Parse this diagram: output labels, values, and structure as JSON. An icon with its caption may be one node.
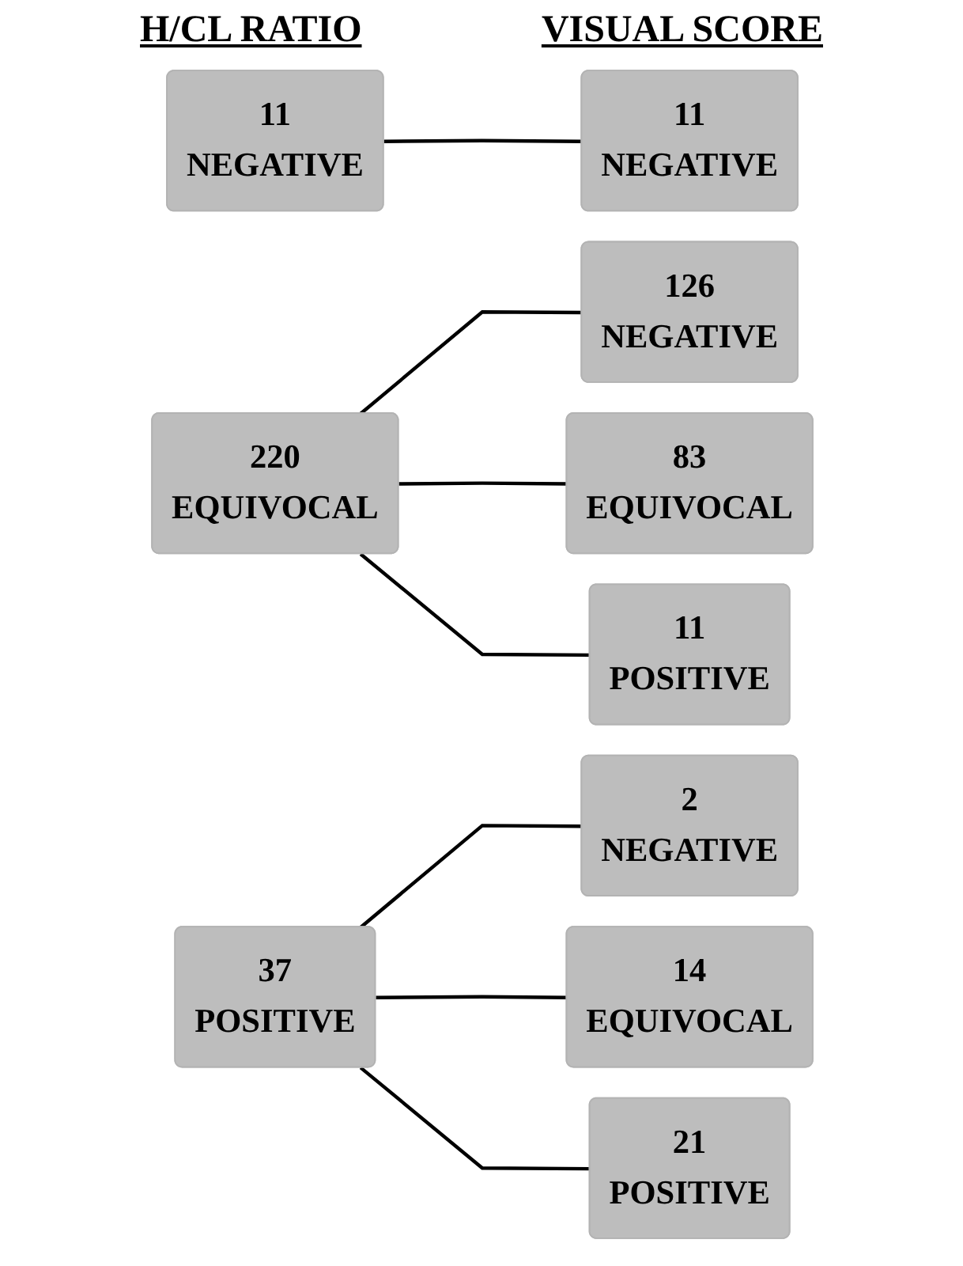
{
  "diagram": {
    "nodes": [
      {
        "text": [
          "11",
          "NEGATIVE"
        ]
      },
      {
        "text": [
          "11",
          "NEGATIVE"
        ]
      },
      {
        "text": [
          "220",
          "EQUIVOCAL"
        ]
      },
      {
        "text": [
          "126",
          "NEGATIVE"
        ]
      },
      {
        "text": [
          "83",
          "EQUIVOCAL"
        ]
      },
      {
        "text": [
          "11",
          "POSITIVE"
        ]
      },
      {
        "text": [
          "37",
          "POSITIVE"
        ]
      },
      {
        "text": [
          "2",
          "NEGATIVE"
        ]
      },
      {
        "text": [
          "14",
          "EQUIVOCAL"
        ]
      },
      {
        "text": [
          "21",
          "POSITIVE"
        ]
      }
    ],
    "edges": [
      {
        "from": 0,
        "to": 1,
        "arrow": "none"
      },
      {
        "from": 2,
        "to": 3,
        "arrow": "none"
      },
      {
        "from": 2,
        "to": 4,
        "arrow": "none"
      },
      {
        "from": 2,
        "to": 5,
        "arrow": "none"
      },
      {
        "from": 6,
        "to": 7,
        "arrow": "none"
      },
      {
        "from": 6,
        "to": 8,
        "arrow": "none"
      },
      {
        "from": 6,
        "to": 9,
        "arrow": "none"
      }
    ],
    "labels": [
      "H/CL RATIO",
      "VISUAL SCORE"
    ]
  }
}
